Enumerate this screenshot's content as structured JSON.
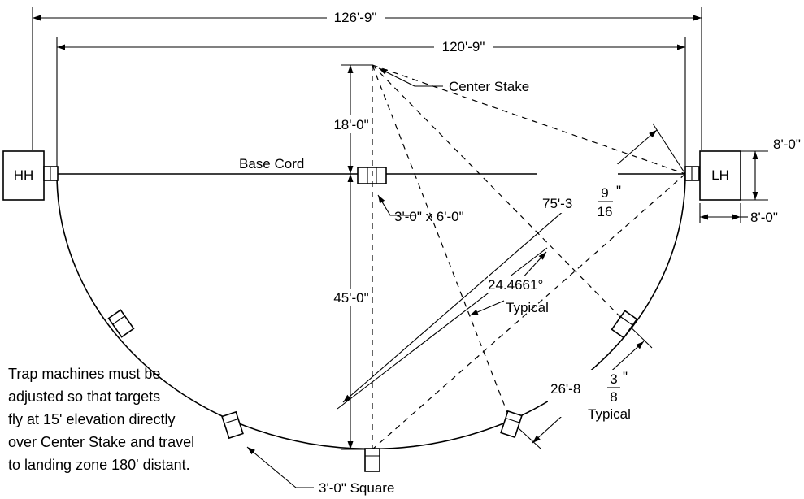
{
  "dims": {
    "overall": "126'-9\"",
    "inner": "120'-9\"",
    "stake_to_cord": "18'-0\"",
    "cord_to_bottom": "45'-0\"",
    "lh_height": "8'-0\"",
    "lh_width": "8'-0\"",
    "radius_whole": "75'-3",
    "radius_num": "9",
    "radius_den": "16",
    "chord_whole": "26'-8",
    "chord_num": "3",
    "chord_den": "8",
    "chord_typical": "Typical",
    "angle": "24.4661°",
    "angle_typical": "Typical"
  },
  "labels": {
    "hh": "HH",
    "lh": "LH",
    "base_cord": "Base Cord",
    "center_stake": "Center Stake",
    "center_box": "3'-0\" x 6'-0\"",
    "square": "3'-0\" Square"
  },
  "note": [
    "Trap machines must be",
    "adjusted so that targets",
    "fly at 15' elevation directly",
    "over Center Stake and travel",
    "to landing zone 180' distant."
  ]
}
